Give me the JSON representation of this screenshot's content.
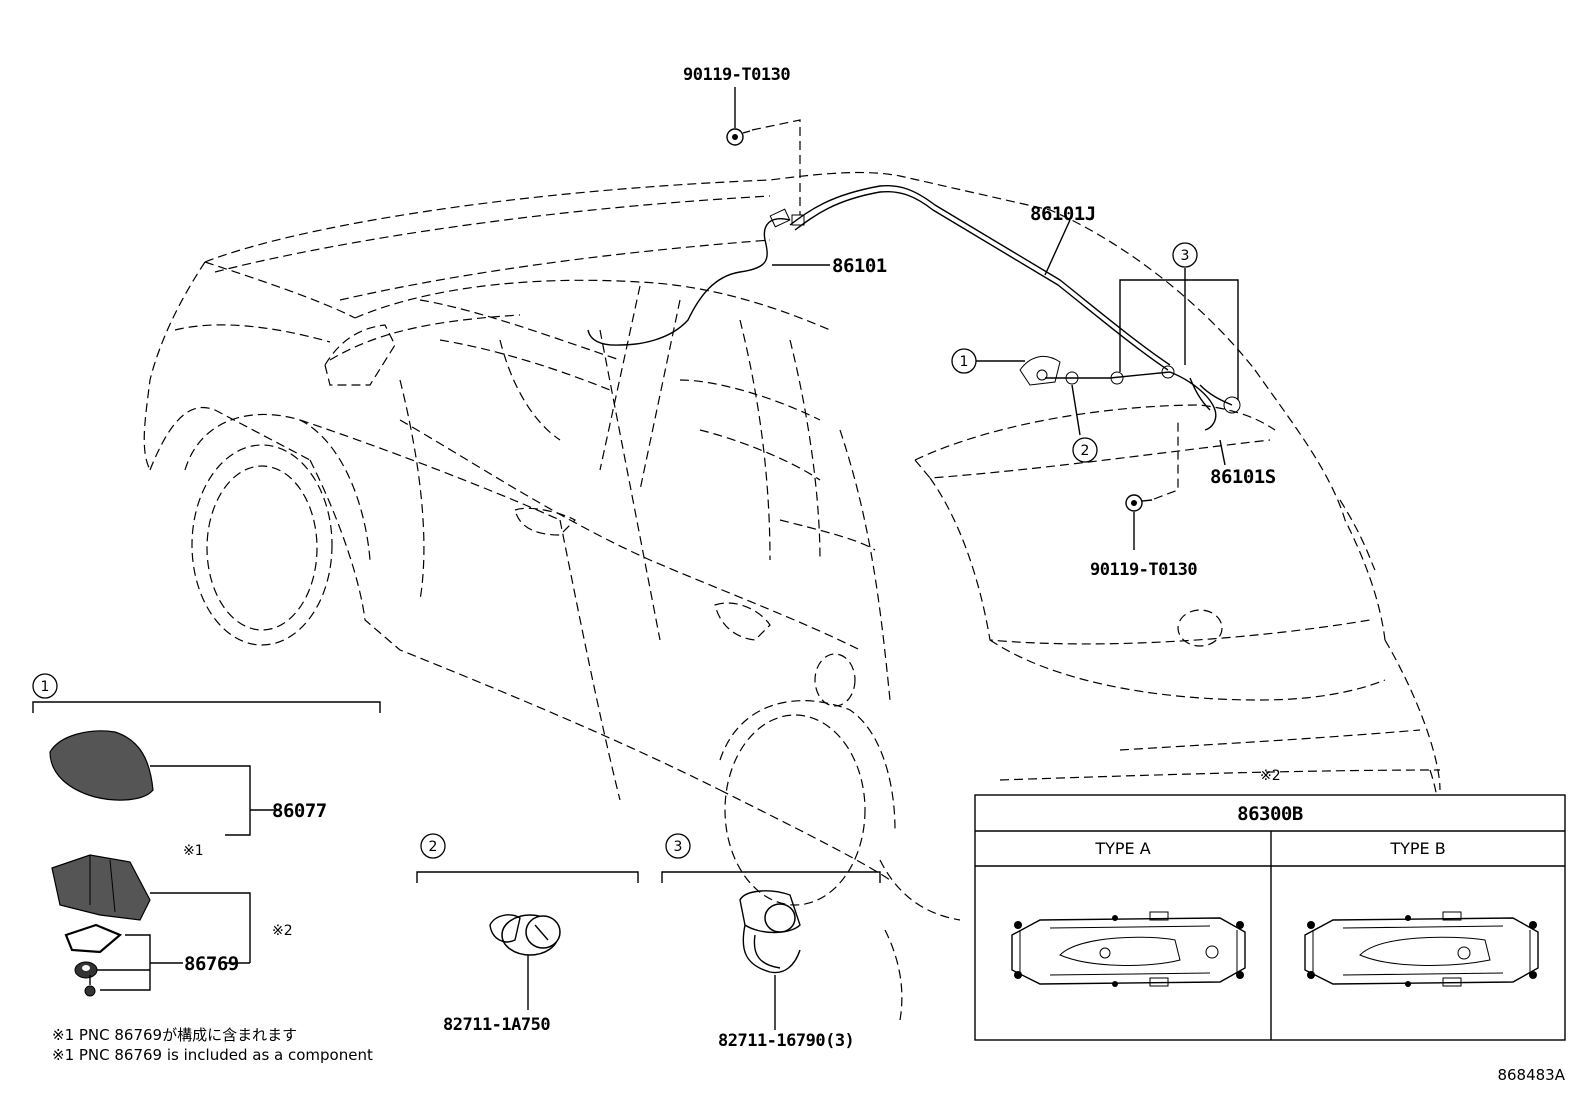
{
  "labels": {
    "bolt_top": "90119-T0130",
    "bolt_bottom": "90119-T0130",
    "harness_front": "86101",
    "harness_roof": "86101J",
    "harness_rear": "86101S",
    "antenna_assy": "86077",
    "antenna_base": "86769",
    "clip_2": "82711-1A750",
    "clip_3": "82711-16790(3)",
    "amp_box": "86300B",
    "type_a": "TYPE A",
    "type_b": "TYPE B",
    "mark_1": "※1",
    "mark_2": "※2",
    "mark_2_car": "※2",
    "callout_1": "1",
    "callout_2": "2",
    "callout_3": "3",
    "footnote_jp": "※1 PNC 86769が構成に含まれます",
    "footnote_en": "※1 PNC 86769 is included as a component",
    "diagram_id": "868483A"
  }
}
